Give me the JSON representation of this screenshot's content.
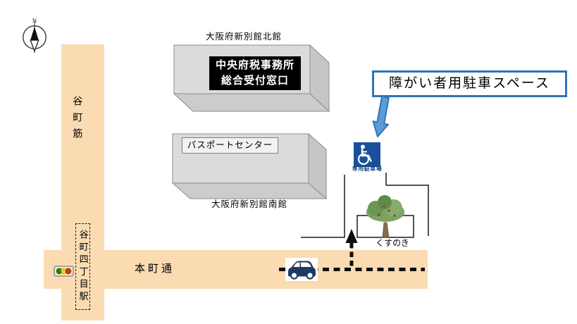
{
  "compass": {
    "north_label": "N"
  },
  "roads": {
    "vertical_label": "谷町筋",
    "horizontal_label": "本町通"
  },
  "station": {
    "label": "谷町四丁目駅"
  },
  "buildings": {
    "north": {
      "name": "大阪府新別館北館",
      "office": {
        "line1": "中央府税事務所",
        "line2": "総合受付窓口"
      }
    },
    "south": {
      "name": "大阪府新別館南館",
      "tenant": "パスポートセンター"
    }
  },
  "parking": {
    "callout": "障がい者用駐車スペース",
    "sign_caption": "専用駐車場",
    "sign_icon": "wheelchair-icon"
  },
  "tree": {
    "label": "くすのき"
  },
  "icons": {
    "compass": "north-arrow-icon",
    "signal": "traffic-light-icon",
    "vehicle": "car-icon",
    "route": "dashed-route-arrow"
  },
  "colors": {
    "road": "#FADBB2",
    "building_front": "#DBDBDB",
    "building_side": "#C6C6C6",
    "office_box_bg": "#000000",
    "office_box_text": "#FFFFFF",
    "callout_border": "#2E75B6",
    "callout_arrow_fill": "#5B9BD5",
    "sign_blue": "#1B4F9C",
    "car": "#1F3864",
    "signal_green": "#1A8A1A",
    "signal_yellow": "#F2D500",
    "signal_red": "#E03020",
    "tree_foliage": "#6F9D55",
    "tree_trunk": "#8A6B4A"
  }
}
